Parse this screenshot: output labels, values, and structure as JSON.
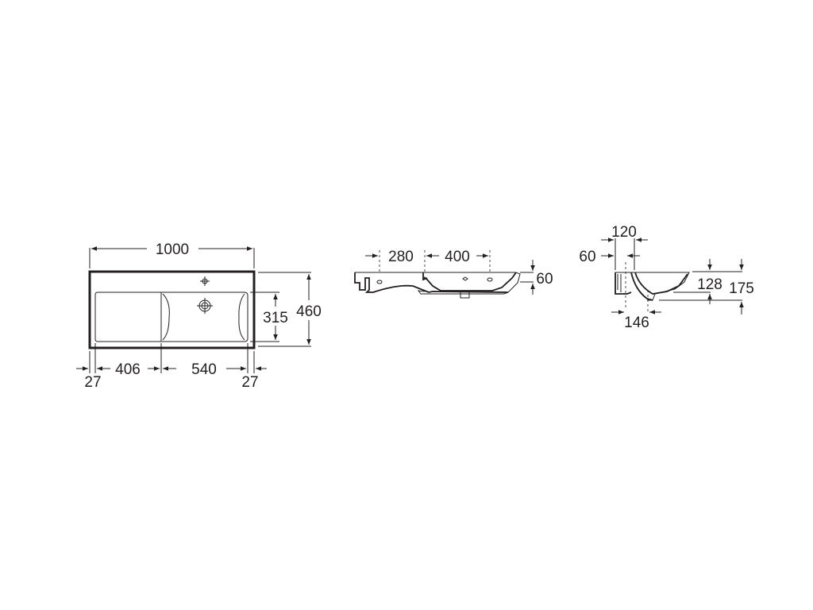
{
  "drawing": {
    "line_color": "#231f20",
    "top_view": {
      "overall_width": "1000",
      "overall_depth": "460",
      "basin_depth": "315",
      "left_margin": "27",
      "shelf_width": "406",
      "basin_width": "540",
      "right_margin": "27"
    },
    "front_view": {
      "hole_offset": "280",
      "hole_spacing": "400",
      "rim_height": "60"
    },
    "section_view": {
      "back_width": "120",
      "tap_offset": "60",
      "drain_offset": "146",
      "bowl_depth": "128",
      "total_height": "175"
    }
  }
}
